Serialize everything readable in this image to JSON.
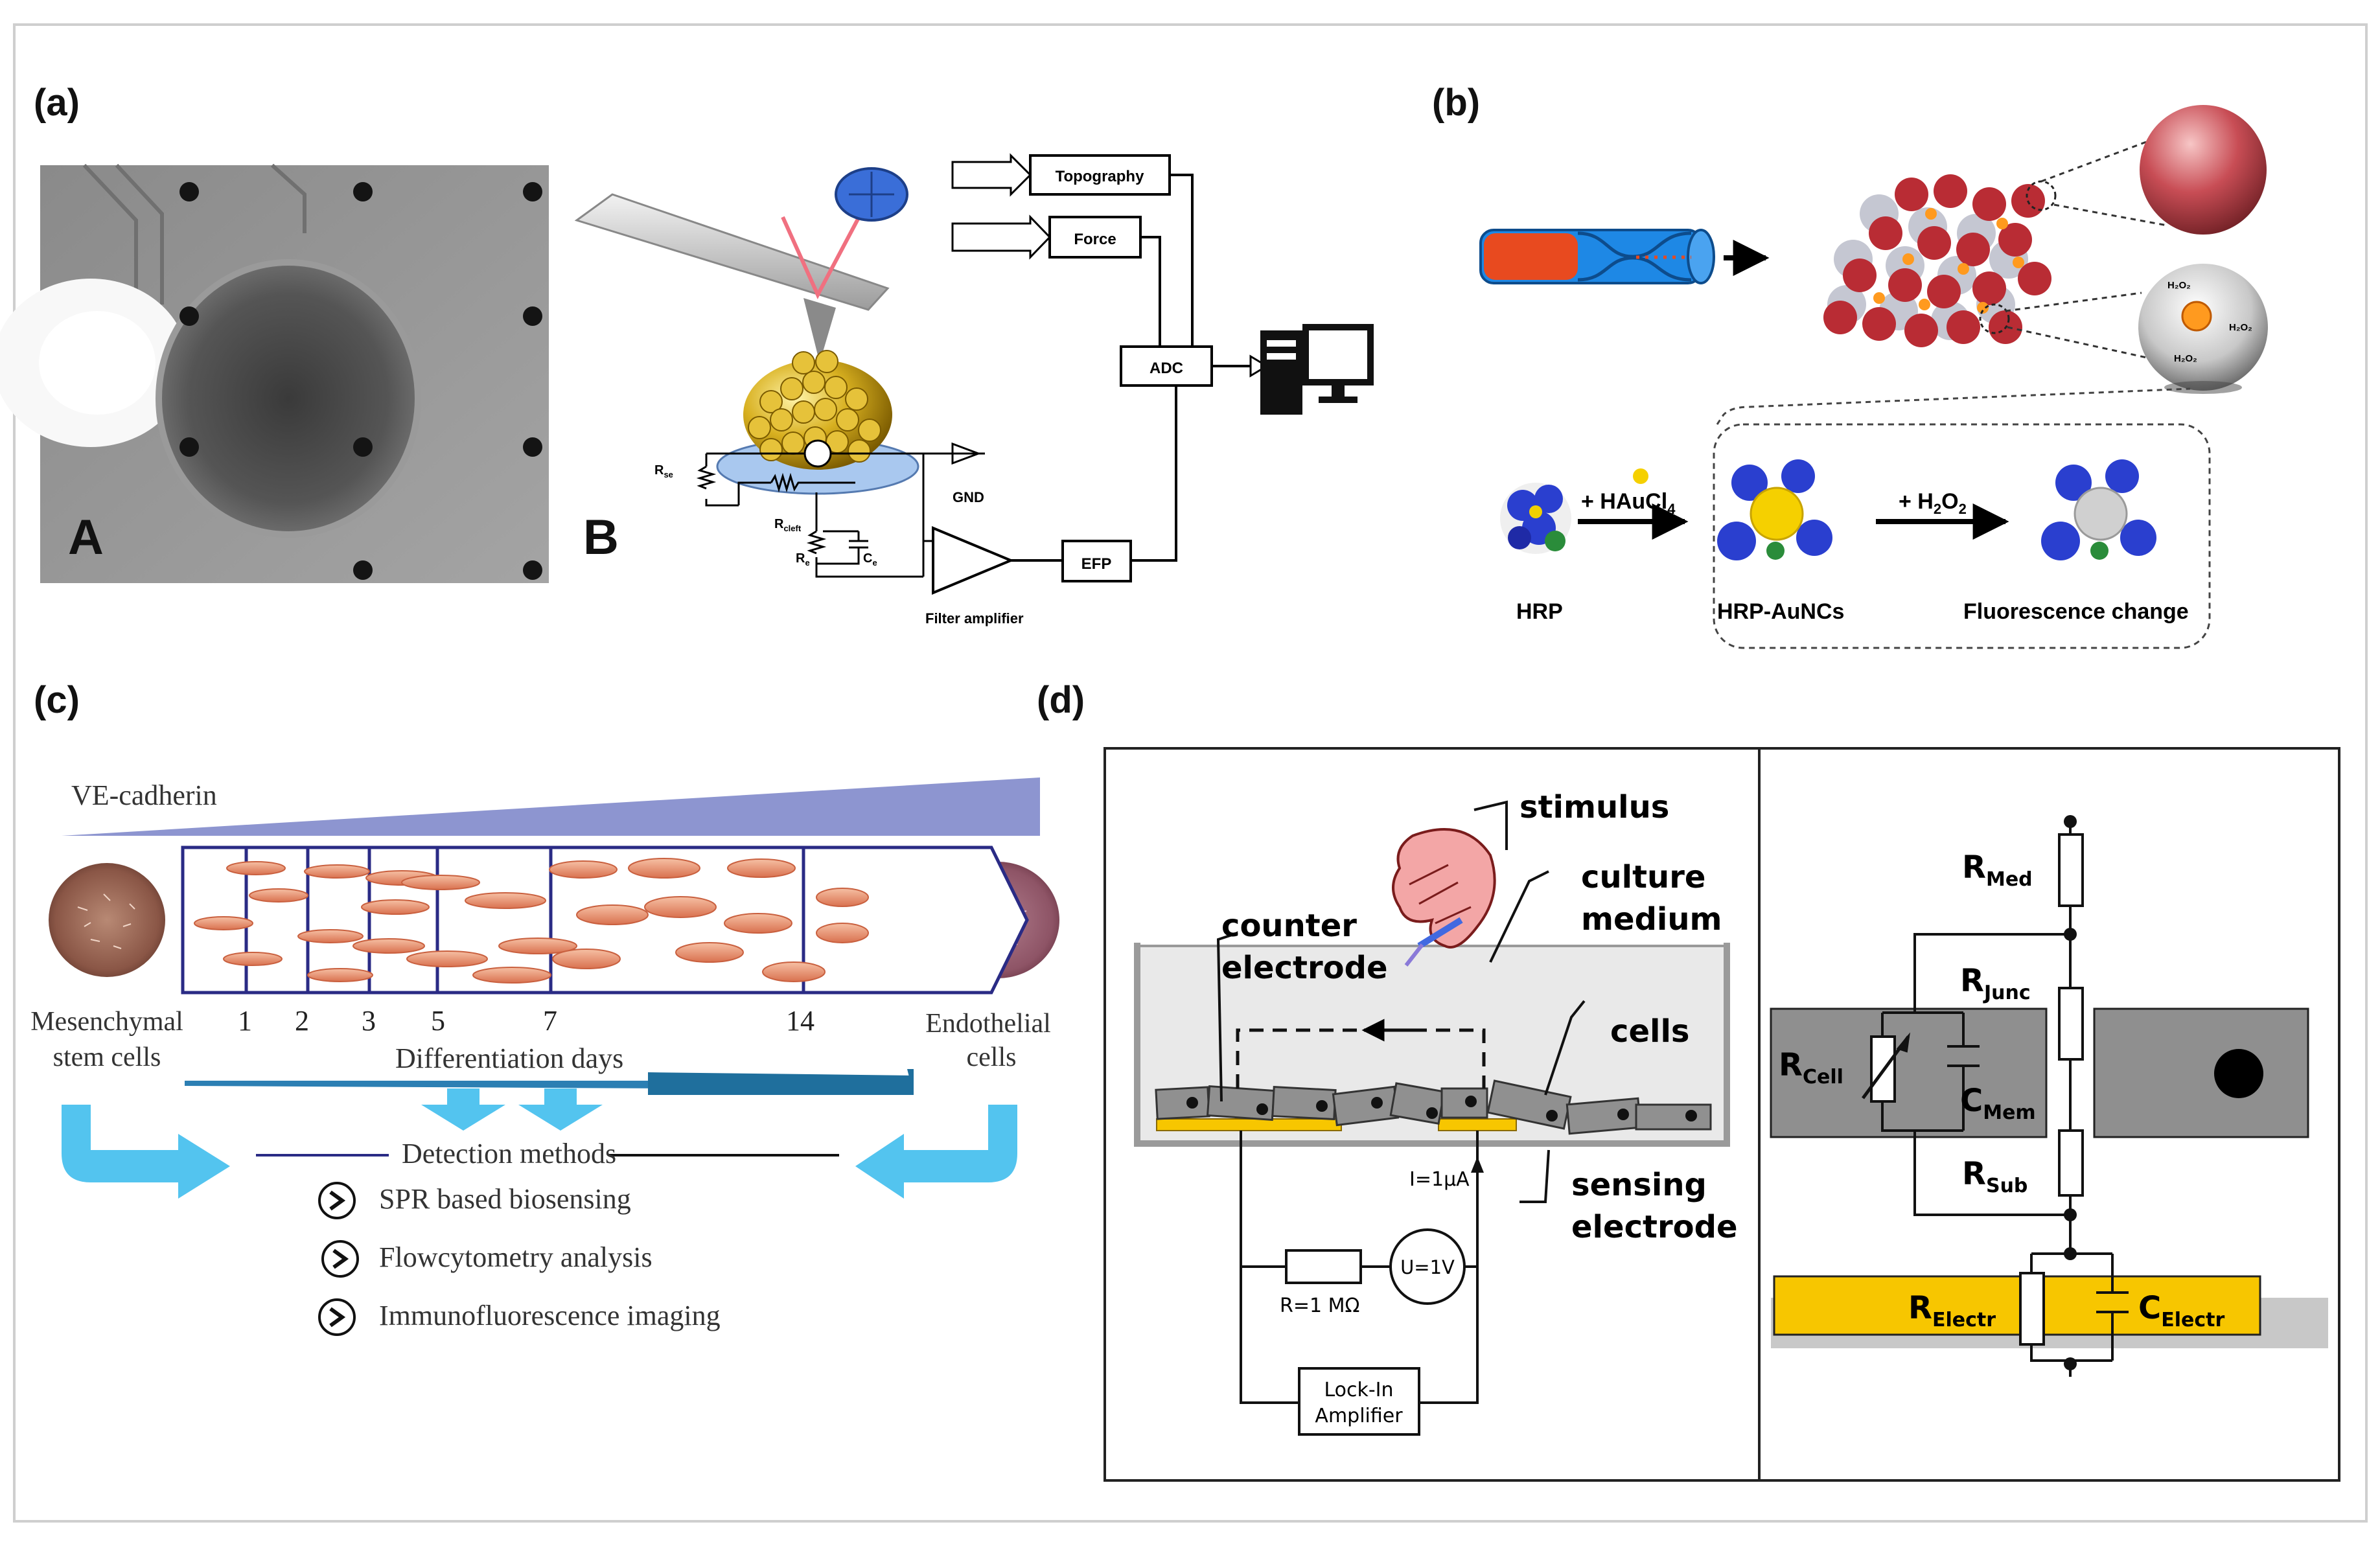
{
  "panel_labels": {
    "a": "(a)",
    "b": "(b)",
    "c": "(c)",
    "d": "(d)"
  },
  "panel_a": {
    "photo_letter": "A",
    "schematic_letter": "B",
    "topography": "Topography",
    "force": "Force",
    "adc": "ADC",
    "efp": "EFP",
    "gnd": "GND",
    "filter_amplifier": "Filter amplifier",
    "r_seal": "R",
    "r_seal_sub": "se",
    "r_cleft": "R",
    "r_cleft_sub": "cleft",
    "r_e": "R",
    "r_e_sub": "e",
    "c_e": "C",
    "c_e_sub": "e"
  },
  "panel_b": {
    "hrp": "HRP",
    "hrp_aunc": "HRP-AuNCs",
    "fluorescence_change": "Fluorescence change",
    "step1": "+ HAuCl",
    "step1_sub": "4",
    "step2": "+ H",
    "step2_sub": "2",
    "step2_tail": "O",
    "step2_tail_sub": "2",
    "h2o2": "H₂O₂"
  },
  "panel_c": {
    "ve_cadherin": "VE-cadherin",
    "msc_line1": "Mesenchymal",
    "msc_line2": "stem cells",
    "ec_line1": "Endothelial",
    "ec_line2": "cells",
    "days": [
      "1",
      "2",
      "3",
      "5",
      "7",
      "14"
    ],
    "differentiation_days": "Differentiation days",
    "detection_methods": "Detection methods",
    "methods": [
      "SPR based biosensing",
      "Flowcytometry analysis",
      "Immunofluorescence imaging"
    ]
  },
  "panel_d": {
    "stimulus": "stimulus",
    "culture_medium_1": "culture",
    "culture_medium_2": "medium",
    "counter_electrode_1": "counter",
    "counter_electrode_2": "electrode",
    "cells": "cells",
    "sensing_electrode_1": "sensing",
    "sensing_electrode_2": "electrode",
    "current": "I=1μA",
    "voltage": "U=1V",
    "resistor": "R=1 MΩ",
    "lockin_1": "Lock-In",
    "lockin_2": "Amplifier",
    "r": "R",
    "c": "C",
    "r_med_sub": "Med",
    "r_junc_sub": "Junc",
    "r_cell_sub": "Cell",
    "c_mem_sub": "Mem",
    "r_sub_sub": "Sub",
    "r_electr_sub": "Electr",
    "c_electr_sub": "Electr"
  },
  "colors": {
    "electrode_yellow": "#f7c600",
    "cell_gray": "#909090",
    "arrow_blue": "#53c4ef",
    "ve_purple": "#8d95d0",
    "cell_orange": "#e8987a"
  }
}
